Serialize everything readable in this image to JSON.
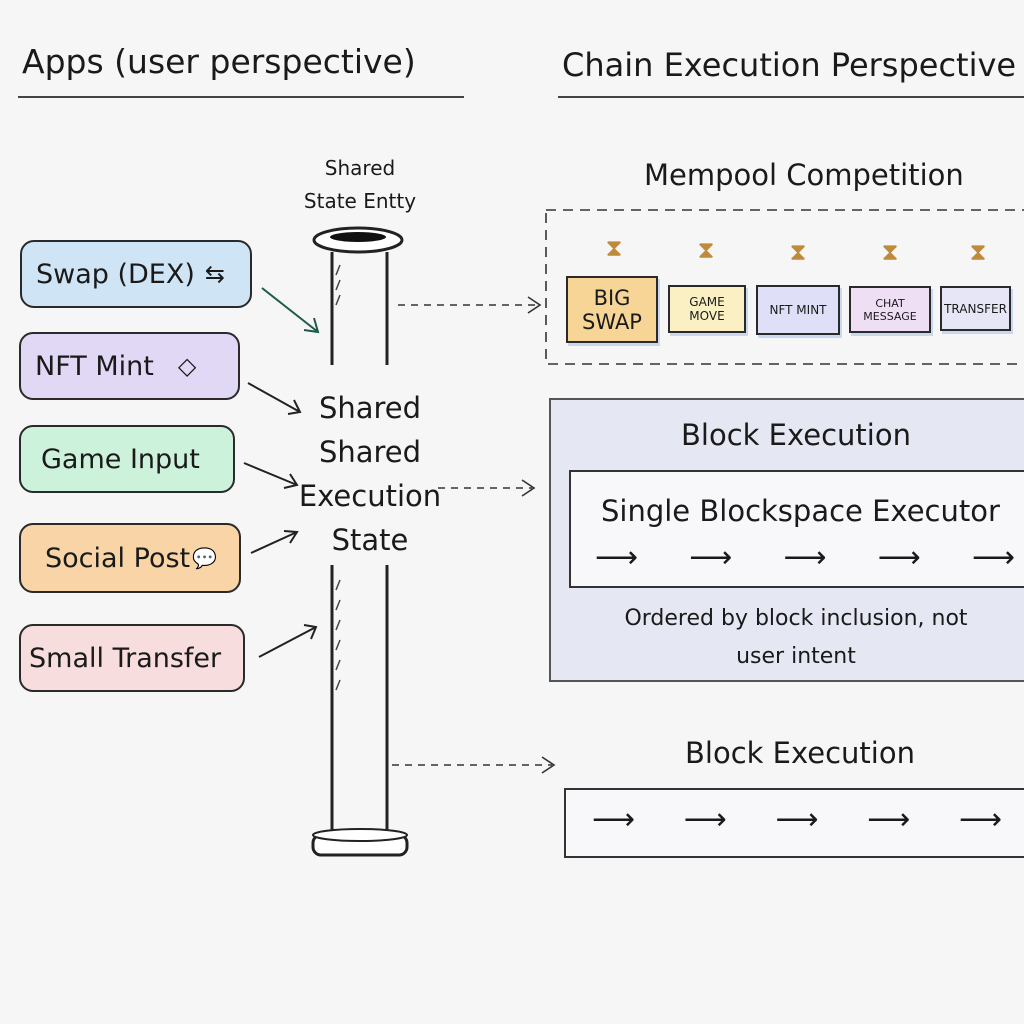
{
  "left_title": "Apps (user perspective)",
  "right_title": "Chain Execution Perspective",
  "pillar": {
    "top_label_line1": "Shared",
    "top_label_line2": "State Entty",
    "center_lines": [
      "Shared",
      "Shared",
      "Execution",
      "State"
    ]
  },
  "apps": [
    {
      "label": "Swap (DEX)",
      "icon": "swap-arrows-icon",
      "glyph": "⇆",
      "color": "#cfe5f6"
    },
    {
      "label": "NFT Mint",
      "icon": "diamond-icon",
      "glyph": "◇",
      "color": "#e1d8f6"
    },
    {
      "label": "Game Input",
      "icon": "",
      "glyph": "",
      "color": "#cdf2db"
    },
    {
      "label": "Social Post",
      "icon": "speech-bubble-icon",
      "glyph": "💬",
      "color": "#f8d4a6"
    },
    {
      "label": "Small Transfer",
      "icon": "",
      "glyph": "",
      "color": "#f7dddd"
    }
  ],
  "mempool": {
    "title": "Mempool Competition",
    "hourglass": "⧗",
    "txs": [
      {
        "label": "BIG SWAP",
        "color": "#f7d596"
      },
      {
        "label": "GAME MOVE",
        "color": "#fbf0c4"
      },
      {
        "label": "NFT MINT",
        "color": "#dfe0f7"
      },
      {
        "label": "CHAT MESSAGE",
        "color": "#efdff5"
      },
      {
        "label": "TRANSFER",
        "color": "#e6e6f6"
      }
    ]
  },
  "block1": {
    "title": "Block Execution",
    "executor": "Single Blockspace Executor",
    "caption_line1": "Ordered by block inclusion, not",
    "caption_line2": "user intent"
  },
  "block2": {
    "title": "Block Execution"
  },
  "arrow_glyph": "⟶"
}
